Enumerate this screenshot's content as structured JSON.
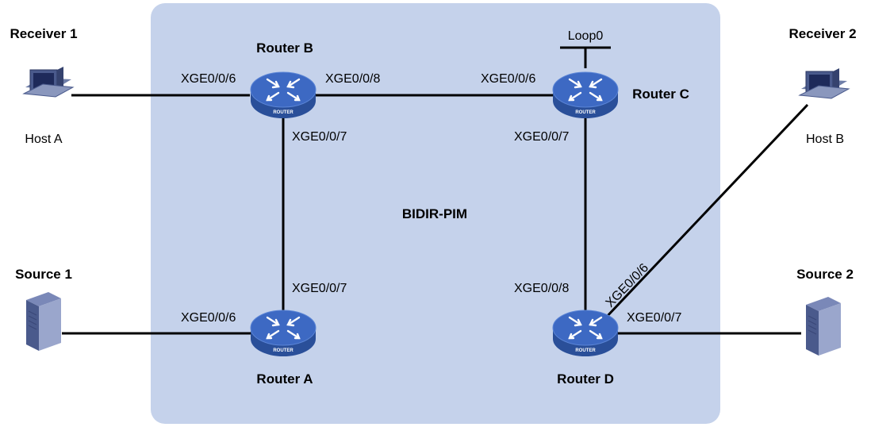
{
  "domain_title": "BIDIR-PIM",
  "colors": {
    "domain_fill": "#c5d2eb",
    "router_top": "#3d69c3",
    "router_side": "#2a4f99",
    "link": "#000000"
  },
  "routers": {
    "a": {
      "name": "Router A",
      "badge": "ROUTER"
    },
    "b": {
      "name": "Router B",
      "badge": "ROUTER"
    },
    "c": {
      "name": "Router C",
      "badge": "ROUTER"
    },
    "d": {
      "name": "Router D",
      "badge": "ROUTER"
    }
  },
  "hosts": {
    "receiver1": {
      "role": "Receiver 1",
      "name": "Host A"
    },
    "receiver2": {
      "role": "Receiver 2",
      "name": "Host B"
    },
    "source1": {
      "role": "Source 1"
    },
    "source2": {
      "role": "Source 2"
    }
  },
  "loopback": "Loop0",
  "interfaces": {
    "b_to_host_a": "XGE0/0/6",
    "b_to_c": "XGE0/0/8",
    "b_to_a": "XGE0/0/7",
    "c_to_b": "XGE0/0/6",
    "c_to_d": "XGE0/0/7",
    "a_to_b": "XGE0/0/7",
    "a_to_source1": "XGE0/0/6",
    "d_to_c": "XGE0/0/8",
    "d_to_host_b": "XGE0/0/6",
    "d_to_source2": "XGE0/0/7"
  },
  "icons": {
    "router": "router-icon",
    "host": "desktop-pc-icon",
    "server": "server-tower-icon"
  }
}
